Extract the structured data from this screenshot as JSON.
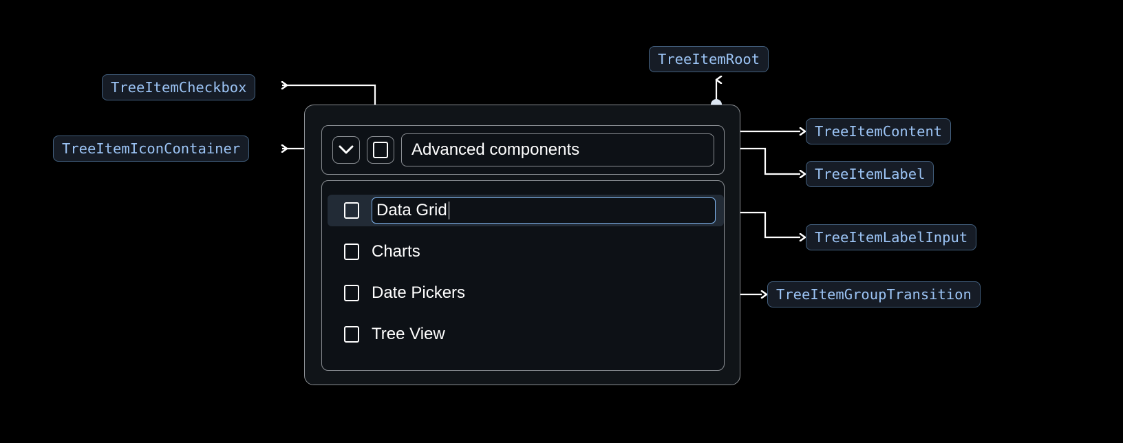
{
  "diagram": {
    "title": "Tree View anatomy annotation diagram",
    "colors": {
      "background": "#000000",
      "badge_bg": "#161c26",
      "badge_border": "#43607f",
      "badge_text": "#9cc4f5",
      "card_bg": "#101418",
      "card_border": "#8c9095",
      "inner_bg": "#0d1116",
      "selected_row_bg": "#222b36",
      "input_border": "#7fb4ee",
      "connector": "#ffffff",
      "text": "#ffffff"
    },
    "annotations": [
      {
        "id": "checkbox",
        "label": "TreeItemCheckbox",
        "side": "left",
        "arrow": "left"
      },
      {
        "id": "icon-container",
        "label": "TreeItemIconContainer",
        "side": "left",
        "arrow": "left"
      },
      {
        "id": "root",
        "label": "TreeItemRoot",
        "side": "top",
        "arrow": "up"
      },
      {
        "id": "content",
        "label": "TreeItemContent",
        "side": "right",
        "arrow": "right"
      },
      {
        "id": "label",
        "label": "TreeItemLabel",
        "side": "right",
        "arrow": "right"
      },
      {
        "id": "label-input",
        "label": "TreeItemLabelInput",
        "side": "right",
        "arrow": "right"
      },
      {
        "id": "group-transition",
        "label": "TreeItemGroupTransition",
        "side": "right",
        "arrow": "right"
      }
    ]
  },
  "tree": {
    "expand_icon": "chevron-down-icon",
    "parent": {
      "checkbox_checked": false,
      "label": "Advanced components"
    },
    "children": [
      {
        "label": "Data Grid",
        "checkbox_checked": false,
        "editing": true,
        "selected": true
      },
      {
        "label": "Charts",
        "checkbox_checked": false,
        "editing": false,
        "selected": false
      },
      {
        "label": "Date Pickers",
        "checkbox_checked": false,
        "editing": false,
        "selected": false
      },
      {
        "label": "Tree View",
        "checkbox_checked": false,
        "editing": false,
        "selected": false
      }
    ]
  }
}
